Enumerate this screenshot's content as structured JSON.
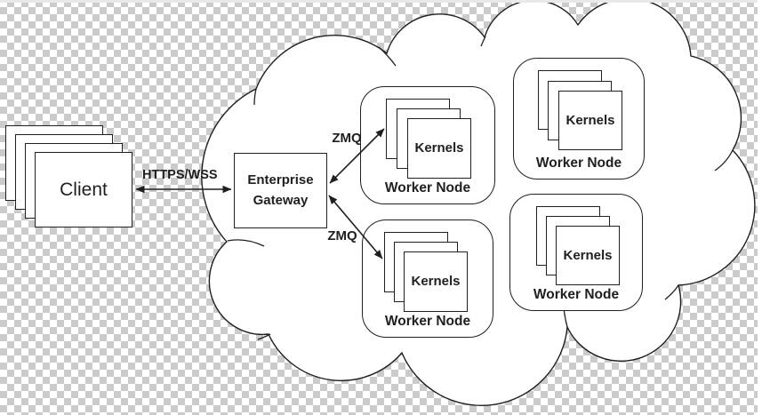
{
  "diagram": {
    "client": {
      "label": "Client"
    },
    "gateway": {
      "label": "Enterprise Gateway"
    },
    "links": {
      "https_wss": "HTTPS/WSS",
      "zmq_top": "ZMQ",
      "zmq_bottom": "ZMQ"
    },
    "worker_nodes": [
      {
        "label": "Worker Node",
        "kernels_label": "Kernels"
      },
      {
        "label": "Worker Node",
        "kernels_label": "Kernels"
      },
      {
        "label": "Worker Node",
        "kernels_label": "Kernels"
      },
      {
        "label": "Worker Node",
        "kernels_label": "Kernels"
      }
    ],
    "colors": {
      "stroke": "#1f1f1f",
      "shape_fill": "#ffffff",
      "checker_gray": "#cbcbcb",
      "checker_white": "#ffffff",
      "edge_strip": "#e9e9e9"
    }
  }
}
